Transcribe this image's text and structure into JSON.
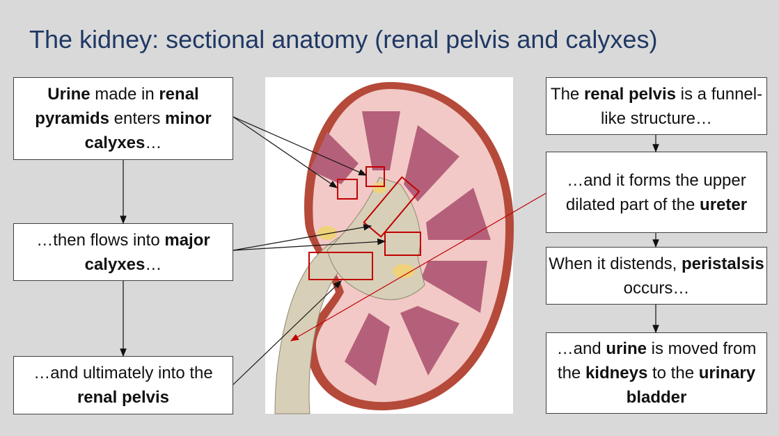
{
  "title": "The kidney: sectional anatomy (renal pelvis and calyxes)",
  "left_boxes": [
    {
      "parts": [
        {
          "t": "Urine",
          "b": true
        },
        {
          "t": " made in ",
          "b": false
        },
        {
          "t": "renal pyramids",
          "b": true
        },
        {
          "t": " enters ",
          "b": false
        },
        {
          "t": "minor calyxes",
          "b": true
        },
        {
          "t": "…",
          "b": false
        }
      ]
    },
    {
      "parts": [
        {
          "t": "…then flows into ",
          "b": false
        },
        {
          "t": "major calyxes",
          "b": true
        },
        {
          "t": "…",
          "b": false
        }
      ]
    },
    {
      "parts": [
        {
          "t": "…and ultimately into the ",
          "b": false
        },
        {
          "t": "renal pelvis",
          "b": true
        }
      ]
    }
  ],
  "right_boxes": [
    {
      "parts": [
        {
          "t": "The ",
          "b": false
        },
        {
          "t": "renal pelvis",
          "b": true
        },
        {
          "t": " is a funnel-like structure…",
          "b": false
        }
      ]
    },
    {
      "parts": [
        {
          "t": "…and it forms the upper dilated part of the ",
          "b": false
        },
        {
          "t": "ureter",
          "b": true
        }
      ]
    },
    {
      "parts": [
        {
          "t": "When it distends, ",
          "b": false
        },
        {
          "t": "peristalsis",
          "b": true
        },
        {
          "t": " occurs…",
          "b": false
        }
      ]
    },
    {
      "parts": [
        {
          "t": "…and ",
          "b": false
        },
        {
          "t": "urine",
          "b": true
        },
        {
          "t": " is moved from the ",
          "b": false
        },
        {
          "t": "kidneys",
          "b": true
        },
        {
          "t": " to the ",
          "b": false
        },
        {
          "t": "urinary bladder",
          "b": true
        }
      ]
    }
  ],
  "colors": {
    "title": "#1f3864",
    "highlight": "#c00000",
    "cortex": "#f2c9c6",
    "pyramid": "#b5607a",
    "medulla_bg": "#e8a9ad",
    "capsule": "#b54a3a",
    "pelvis": "#d8cfb8",
    "fat": "#f0d27a"
  }
}
